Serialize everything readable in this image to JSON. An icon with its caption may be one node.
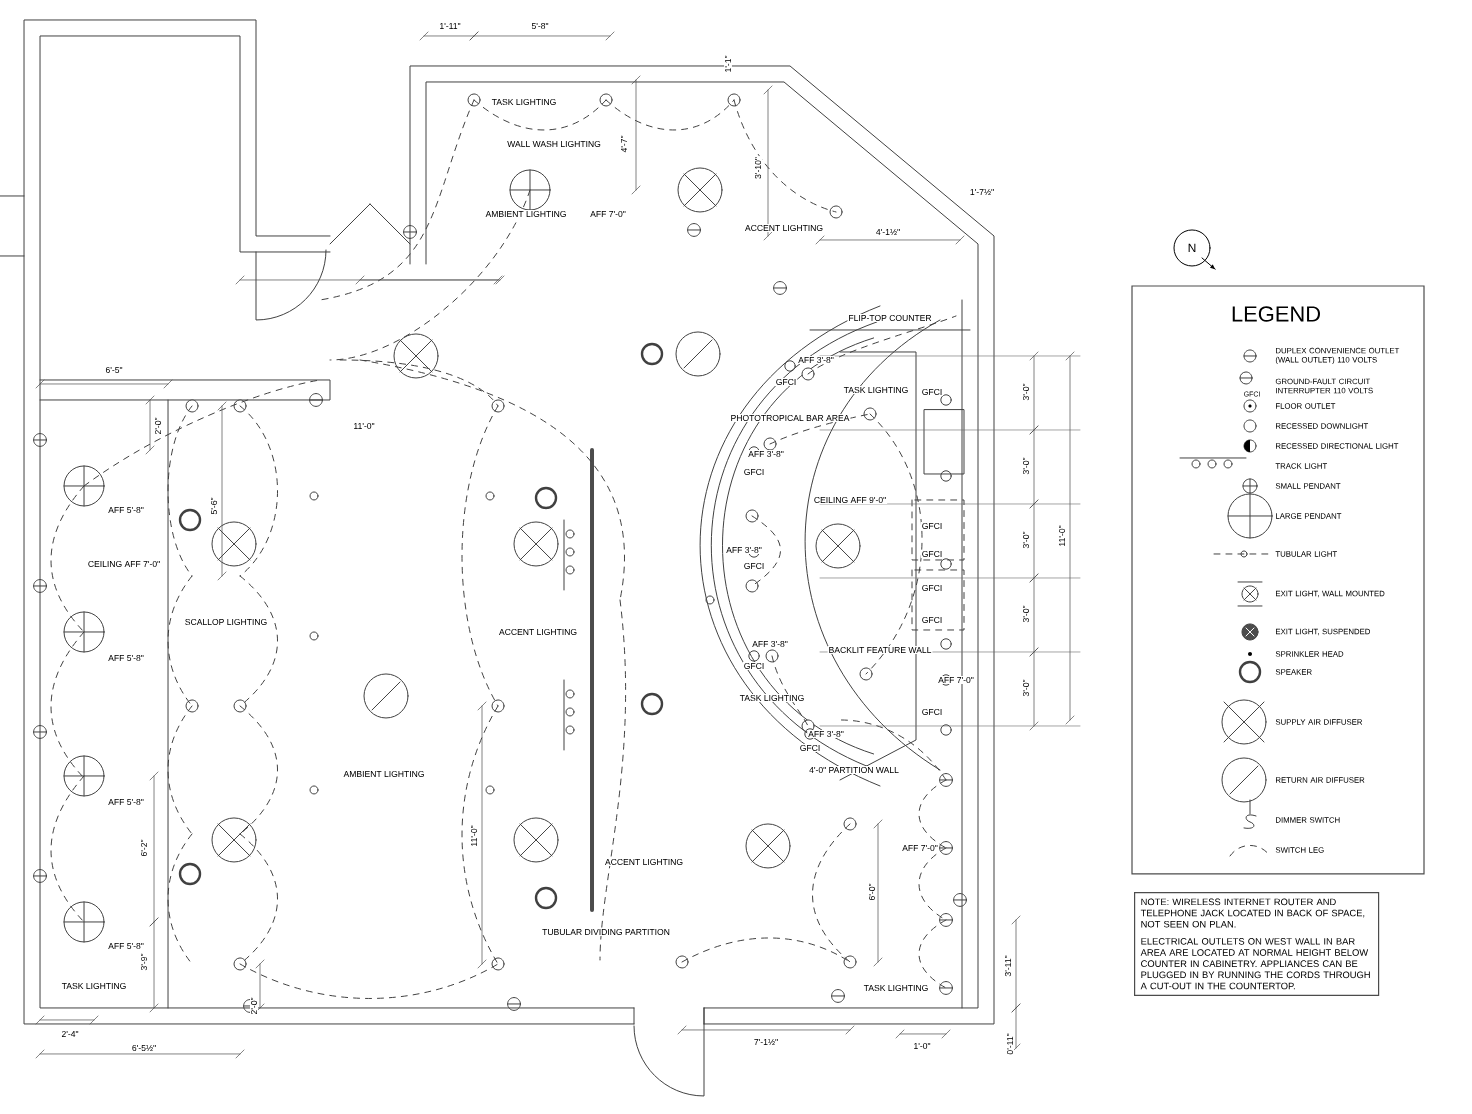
{
  "diagram": {
    "nodes": [
      {
        "text": [
          "NOTE: WIRELESS INTERNET ROUTER AND TELEPHONE JACK LOCATED IN BACK OF SPACE, NOT SEEN ON PLAN.",
          "ELECTRICAL OUTLETS ON WEST WALL IN BAR AREA ARE LOCATED AT NORMAL HEIGHT BELOW COUNTER IN CABINETRY. APPLIANCES CAN BE PLUGGED IN BY RUNNING THE CORDS THROUGH A CUT-OUT IN THE COUNTERTOP."
        ]
      }
    ],
    "edges": [],
    "labels": [
      "1'-11\"",
      "5'-8\"",
      "1'-1\"",
      "TASK LIGHTING",
      "WALL WASH LIGHTING",
      "4'-7\"",
      "3'-10\"",
      "AMBIENT LIGHTING",
      "AFF 7'-0\"",
      "ACCENT LIGHTING",
      "1'-7½\"",
      "4'-1½\"",
      "6'-5\"",
      "FLIP-TOP COUNTER",
      "AFF 3'-8\"",
      "GFCI",
      "GFCI",
      "TASK LIGHTING",
      "3'-0\"",
      "PHOTOTROPICAL BAR AREA",
      "2'-0\"",
      "11'-0\"",
      "AFF 3'-8\"",
      "GFCI",
      "3'-0\"",
      "CEILING AFF 9'-0\"",
      "AFF 5'-8\"",
      "5'-6\"",
      "GFCI",
      "11'-0\"",
      "3'-0\"",
      "AFF 3'-8\"",
      "GFCI",
      "CEILING AFF 7'-0\"",
      "GFCI",
      "GFCI",
      "3'-0\"",
      "GFCI",
      "SCALLOP LIGHTING",
      "ACCENT LIGHTING",
      "AFF 3'-8\"",
      "BACKLIT FEATURE WALL",
      "AFF 5'-8\"",
      "GFCI",
      "AFF 7'-0\"",
      "3'-0\"",
      "TASK LIGHTING",
      "GFCI",
      "AFF 3'-8\"",
      "GFCI",
      "4'-0\" PARTITION WALL",
      "AMBIENT LIGHTING",
      "AFF 5'-8\"",
      "11'-0\"",
      "6'-2\"",
      "AFF 7'-0\"",
      "ACCENT LIGHTING",
      "6'-0\"",
      "TUBULAR DIVIDING PARTITION",
      "AFF 5'-8\"",
      "3'-9\"",
      "3'-11\"",
      "TASK LIGHTING",
      "TASK LIGHTING",
      "2'-0\"",
      "2'-4\"",
      "7'-1½\"",
      "1'-0\"",
      "0'-11\"",
      "6'-5½\"",
      "N",
      "LEGEND",
      "GFCI"
    ],
    "legend": [
      {
        "text": "DUPLEX CONVENIENCE OUTLET (WALL OUTLET) 110 VOLTS"
      },
      {
        "text": "GROUND-FAULT CIRCUIT INTERRUPTER 110 VOLTS"
      },
      {
        "text": "FLOOR OUTLET"
      },
      {
        "text": "RECESSED DOWNLIGHT"
      },
      {
        "text": "RECESSED DIRECTIONAL LIGHT"
      },
      {
        "text": "TRACK LIGHT"
      },
      {
        "text": "SMALL PENDANT"
      },
      {
        "text": "LARGE PENDANT"
      },
      {
        "text": "TUBULAR LIGHT"
      },
      {
        "text": "EXIT LIGHT, WALL MOUNTED"
      },
      {
        "text": "EXIT LIGHT, SUSPENDED"
      },
      {
        "text": "SPRINKLER HEAD"
      },
      {
        "text": "SPEAKER"
      },
      {
        "text": "SUPPLY AIR DIFFUSER"
      },
      {
        "text": "RETURN AIR DIFFUSER"
      },
      {
        "text": "DIMMER SWITCH"
      },
      {
        "text": "SWITCH LEG"
      }
    ]
  }
}
